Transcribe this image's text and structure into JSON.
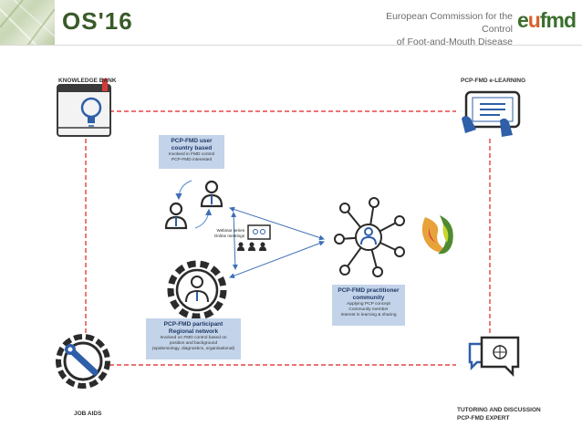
{
  "header": {
    "event_title": "OS'16",
    "org_name_line1": "European Commission for the Control",
    "org_name_line2": "of Foot-and-Mouth Disease",
    "logo_text_pre": "e",
    "logo_text_accent": "u",
    "logo_text_post": "fmd"
  },
  "corners": {
    "knowledge_bank": "KNOWLEDGE BANK",
    "elearning": "PCP-FMD e-LEARNING",
    "job_aids": "JOB AIDS",
    "tutoring_line1": "TUTORING AND DISCUSSION",
    "tutoring_line2": "PCP-FMD EXPERT"
  },
  "nodes": {
    "user": {
      "title_line1": "PCP-FMD user",
      "title_line2": "country based",
      "desc_line1": "Involved in FMD control",
      "desc_line2": "PCP-FMD interested"
    },
    "participant": {
      "title_line1": "PCP-FMD participant",
      "title_line2": "Regional network",
      "desc_line1": "Involved on FMD control based on",
      "desc_line2": "position and background",
      "desc_line3": "(epidemiology, diagnostics, organisational)"
    },
    "practitioner": {
      "title_line1": "PCP-FMD practitioner",
      "title_line2": "community",
      "desc_line1": "Applying PCP concept",
      "desc_line2": "Community member",
      "desc_line3": "Interest in learning & sharing"
    },
    "webinar": {
      "line1": "Webinar series",
      "line2": "Online meetings"
    }
  },
  "colors": {
    "dashed_border": "#e02020",
    "connector": "#3f6fb5",
    "icon_dark": "#2b2b2b",
    "icon_blue": "#2e5fa8",
    "label_box": "#c3d4ea",
    "header_green": "#3a5a2a",
    "logo_orange": "#d6602a"
  },
  "icons": [
    "knowledge-bank-book-icon",
    "elearning-tablet-icon",
    "job-aids-gear-wrench-icon",
    "tutoring-chat-bubbles-icon",
    "user-pair-icon",
    "gear-person-icon",
    "network-person-icon",
    "webinar-screen-icon",
    "eufmd-flame-logo-icon"
  ]
}
